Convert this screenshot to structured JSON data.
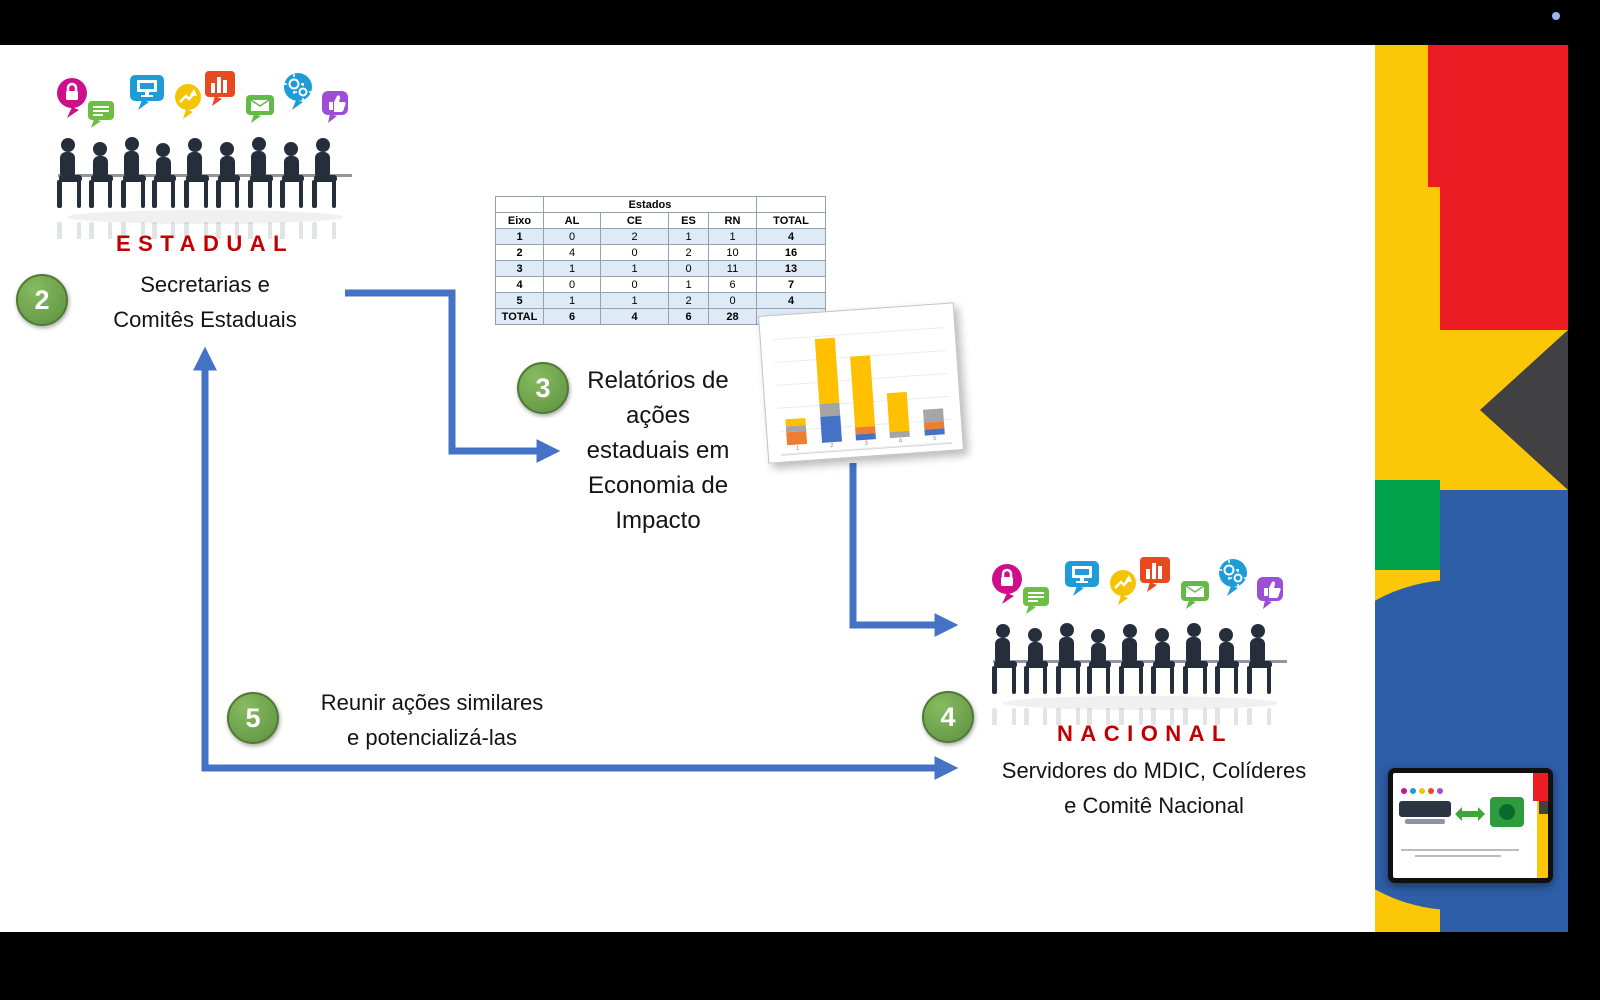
{
  "titles": {
    "estadual": "ESTADUAL",
    "nacional": "NACIONAL"
  },
  "steps": {
    "s2": {
      "number": "2",
      "lines": [
        "Secretarias e",
        "Comitês Estaduais"
      ]
    },
    "s3": {
      "number": "3",
      "lines": [
        "Relatórios de",
        "ações",
        "estaduais em",
        "Economia de",
        "Impacto"
      ]
    },
    "s4": {
      "number": "4",
      "lines": [
        "Servidores do MDIC, Colíderes",
        "e Comitê Nacional"
      ]
    },
    "s5": {
      "number": "5",
      "lines": [
        "Reunir ações similares",
        "e potencializá-las"
      ]
    }
  },
  "table": {
    "group_header": "Estados",
    "columns": [
      "Eixo",
      "AL",
      "CE",
      "ES",
      "RN",
      "TOTAL"
    ],
    "rows": [
      [
        "1",
        "0",
        "2",
        "1",
        "1",
        "4"
      ],
      [
        "2",
        "4",
        "0",
        "2",
        "10",
        "16"
      ],
      [
        "3",
        "1",
        "1",
        "0",
        "11",
        "13"
      ],
      [
        "4",
        "0",
        "0",
        "1",
        "6",
        "7"
      ],
      [
        "5",
        "1",
        "1",
        "2",
        "0",
        "4"
      ],
      [
        "TOTAL",
        "6",
        "4",
        "6",
        "28",
        ""
      ]
    ]
  },
  "chart_data": {
    "type": "bar",
    "stacked": true,
    "title": "",
    "categories": [
      "1",
      "2",
      "3",
      "4",
      "5"
    ],
    "series": [
      {
        "name": "AL",
        "color": "#4472C4",
        "values": [
          0,
          4,
          1,
          0,
          1
        ]
      },
      {
        "name": "CE",
        "color": "#ED7D31",
        "values": [
          2,
          0,
          1,
          0,
          1
        ]
      },
      {
        "name": "ES",
        "color": "#A5A5A5",
        "values": [
          1,
          2,
          0,
          1,
          2
        ]
      },
      {
        "name": "RN",
        "color": "#FFC000",
        "values": [
          1,
          10,
          11,
          6,
          0
        ]
      }
    ],
    "xlabel": "",
    "ylabel": "",
    "ylim": [
      0,
      18
    ],
    "grid": true,
    "legend": "none"
  },
  "icons": [
    "lock-icon",
    "chat-lines-icon",
    "monitor-icon",
    "trend-arrow-icon",
    "bar-chart-icon",
    "mail-icon",
    "gears-icon",
    "thumbs-up-icon"
  ],
  "colors": {
    "accent_arrow": "#4472C4",
    "step_circle": "#69A74B",
    "title_red": "#C00000",
    "band_blue": "#DEEAF6"
  }
}
